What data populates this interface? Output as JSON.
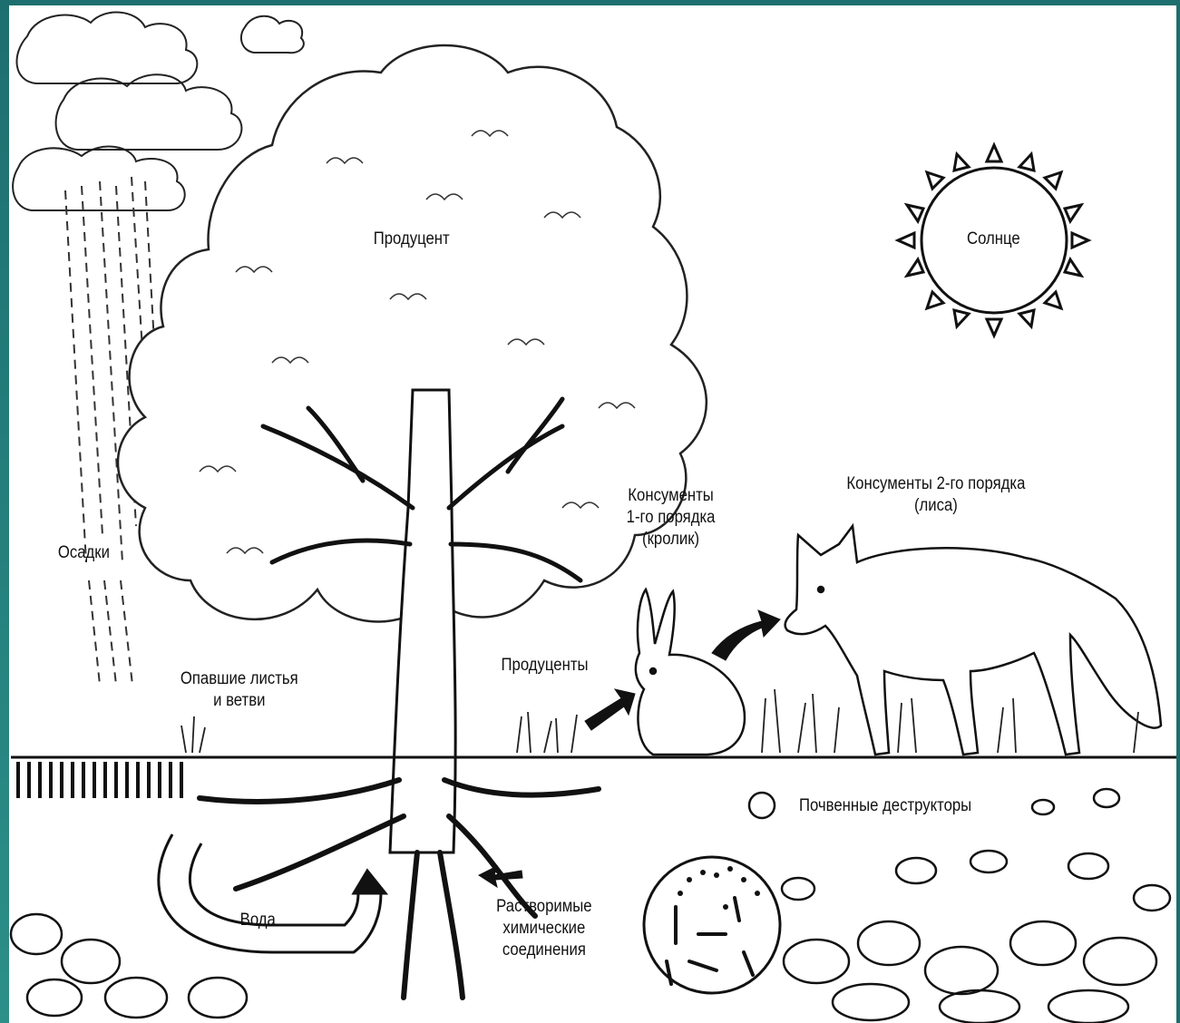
{
  "labels": {
    "precipitation": "Осадки",
    "producer_tree": "Продуцент",
    "sun": "Солнце",
    "consumers_first": [
      "Консументы",
      "1-го порядка",
      "(кролик)"
    ],
    "consumers_second": [
      "Консументы 2-го порядка",
      "(лиса)"
    ],
    "producers_grass": "Продуценты",
    "fallen_leaves": [
      "Опавшие листья",
      "и ветви"
    ],
    "water": "Вода",
    "soluble_chemicals": [
      "Растворимые",
      "химические",
      "соединения"
    ],
    "soil_decomposers": "Почвенные деструкторы"
  },
  "colors": {
    "frame": "#1d6f6f",
    "ink": "#111111",
    "paper": "#ffffff"
  }
}
